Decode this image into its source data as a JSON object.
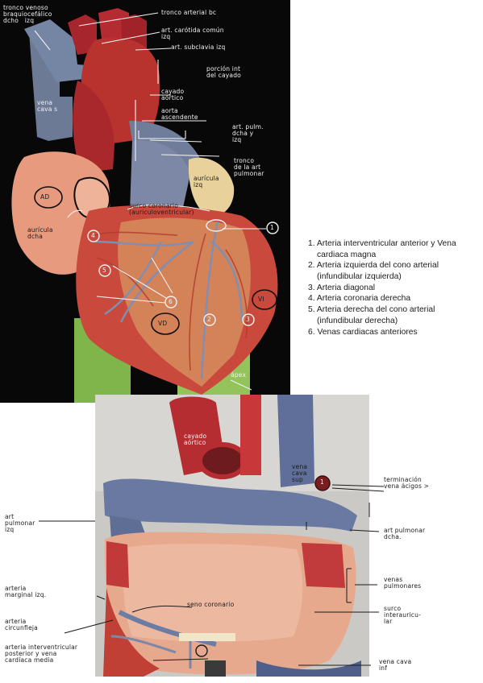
{
  "legend": {
    "items": [
      "1. Arteria interventricular anterior y Vena cardiaca magna",
      "2. Arteria izquierda del cono arterial (infundibular izquierda)",
      "3. Arteria diagonal",
      "4. Arteria coronaria derecha",
      "5. Arteria derecha del cono arterial (infundibular derecha)",
      "6. Venas cardiacas anteriores"
    ]
  },
  "top_photo": {
    "labels": {
      "tronco_venoso": "tronco venoso\nbraquiocefálico\ndcho   izq",
      "tronco_arterial": "tronco arterial bc",
      "carotida": "art. carótida común\nizq",
      "subclavia": "art. subclavia izq",
      "porcion": "porción int\ndel cayado",
      "vena_cava": "vena\ncava s",
      "cayado": "cayado\naórtico",
      "aorta": "aorta\nascendente",
      "art_pulm": "art. pulm.\ndcha y\nizq",
      "tronco_pulmonar": "tronco\nde la art\npulmonar",
      "auricula_izq": "aurícula\nizq",
      "ad": "AD",
      "auricula_dcha": "aurícula\ndcha",
      "surco": "surco coronario\n(auriculoventricular)",
      "vd": "VD",
      "vi": "VI",
      "apex": "ápex"
    },
    "markers": [
      "1",
      "2",
      "3",
      "4",
      "5",
      "6"
    ]
  },
  "bottom_photo": {
    "labels": {
      "cayado": "cayado\naórtico",
      "vena_cava_sup": "vena\ncava\nsup",
      "marker": "1"
    }
  },
  "bottom_labels": {
    "terminacion": "terminación\nvena ácigos >",
    "art_pulmonar_izq": "art\npulmonar\nizq",
    "art_pulmonar_dcha": "art pulmonar\ndcha.",
    "venas_pulmonares": "venas\npulmonares",
    "arteria_marginal": "arteria\nmarginal izq.",
    "seno_coronario": "seno coronario",
    "surco_interauricular": "surco\ninterauricu-\nlar",
    "arteria_circunfleja": "arteria\ncircunfleja",
    "arteria_interventricular": "arteria interventricular\nposterior y vena\ncardíaca media",
    "vena_cava_inf": "vena cava\ninf"
  }
}
